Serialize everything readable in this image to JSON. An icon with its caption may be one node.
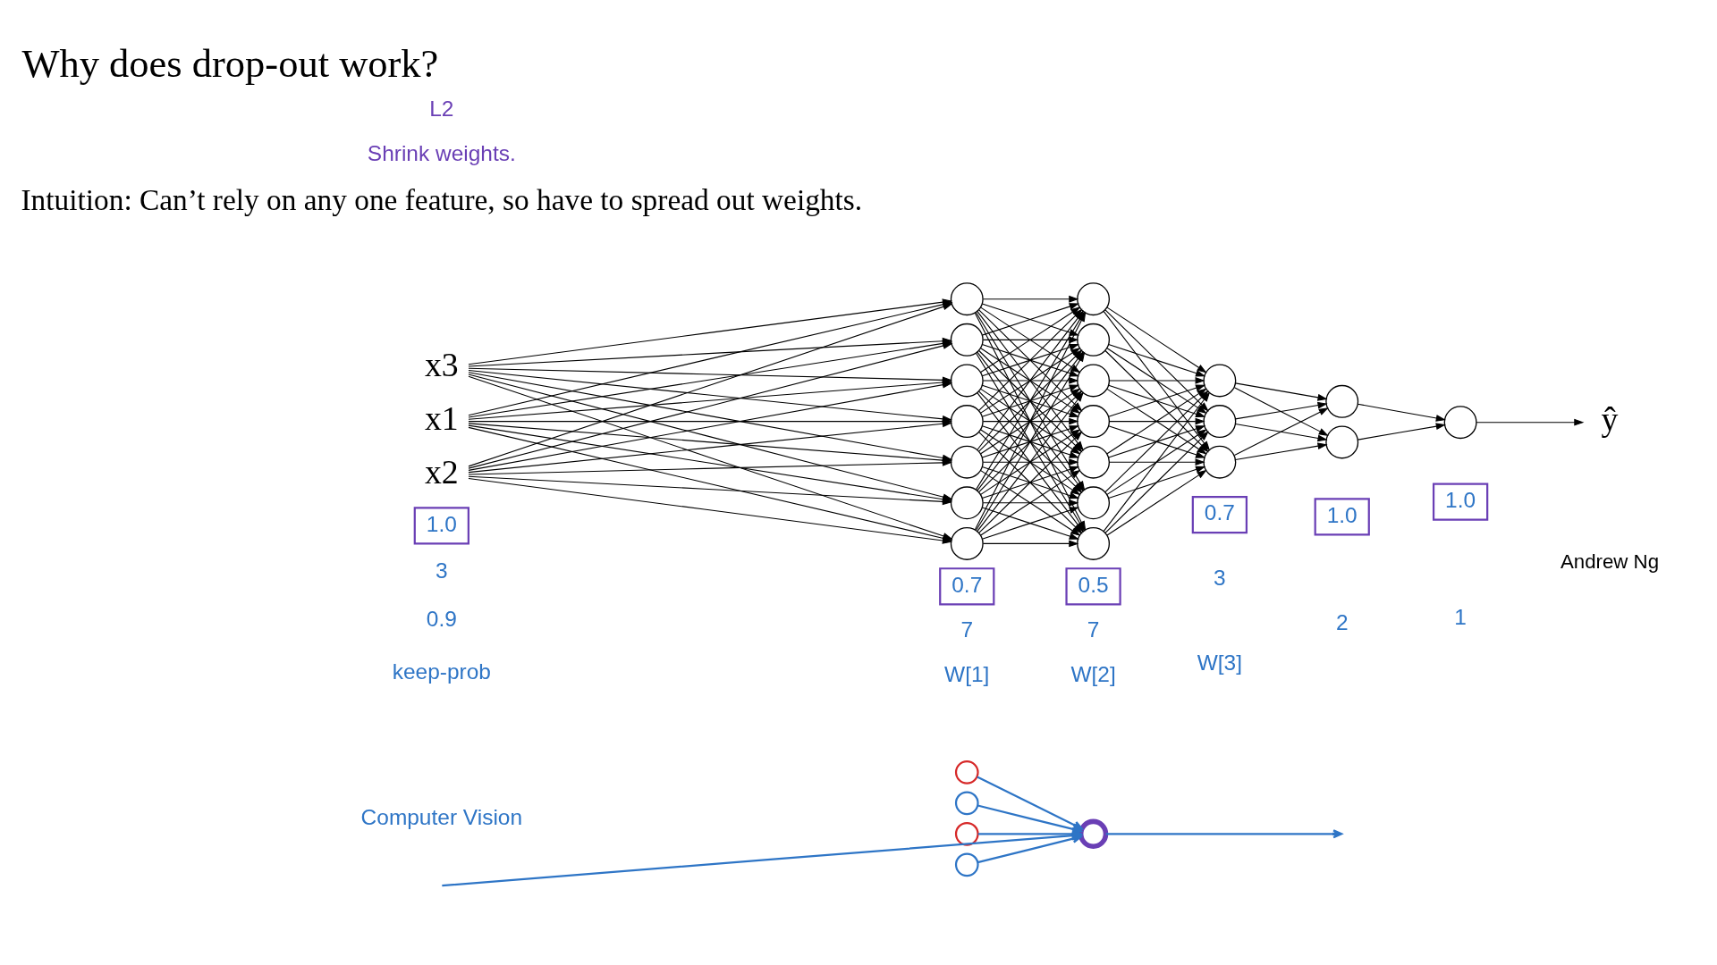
{
  "diagram": {
    "title": "Why does drop-out work?",
    "nodes": [
      {
        "text": [],
        "shape": "circle"
      },
      {
        "text": [],
        "shape": "circle"
      },
      {
        "text": [],
        "shape": "circle"
      },
      {
        "text": [],
        "shape": "circle"
      },
      {
        "text": [],
        "shape": "circle"
      },
      {
        "text": [
          "x1"
        ]
      },
      {
        "text": [
          "x2"
        ]
      },
      {
        "text": [
          "x3"
        ]
      },
      {
        "text": [],
        "shape": "circle"
      },
      {
        "text": [],
        "shape": "circle"
      },
      {
        "text": [],
        "shape": "circle"
      },
      {
        "text": [],
        "shape": "circle"
      },
      {
        "text": [],
        "shape": "circle"
      },
      {
        "text": [],
        "shape": "circle"
      },
      {
        "text": [],
        "shape": "circle"
      },
      {
        "text": [],
        "shape": "circle"
      },
      {
        "text": [],
        "shape": "circle"
      },
      {
        "text": [],
        "shape": "circle"
      },
      {
        "text": [],
        "shape": "circle"
      },
      {
        "text": [],
        "shape": "circle"
      },
      {
        "text": [],
        "shape": "circle"
      },
      {
        "text": [],
        "shape": "circle"
      },
      {
        "text": [],
        "shape": "circle"
      },
      {
        "text": [],
        "shape": "circle"
      },
      {
        "text": [],
        "shape": "circle"
      },
      {
        "text": [],
        "shape": "circle"
      },
      {
        "text": [],
        "shape": "circle"
      },
      {
        "text": [],
        "shape": "circle"
      },
      {
        "text": [
          "ŷ"
        ]
      },
      {
        "text": [
          "1.0"
        ]
      },
      {
        "text": [
          "0.7"
        ]
      },
      {
        "text": [
          "0.5"
        ]
      },
      {
        "text": [
          "0.7"
        ]
      },
      {
        "text": [
          "1.0"
        ]
      },
      {
        "text": [
          "1.0"
        ]
      }
    ],
    "edges": [
      {
        "from": 0,
        "to": 4,
        "arrow": "to",
        "color": "#2e75c6"
      },
      {
        "from": 1,
        "to": 4,
        "arrow": "to",
        "color": "#2e75c6"
      },
      {
        "from": 2,
        "to": 4,
        "arrow": "to",
        "color": "#2e75c6"
      },
      {
        "from": 3,
        "to": 4,
        "arrow": "to",
        "color": "#2e75c6"
      },
      {
        "from": null,
        "to": 4,
        "arrow": "to",
        "color": "#2e75c6"
      },
      {
        "from": 4,
        "to": null,
        "arrow": "to",
        "color": "#2e75c6"
      },
      {
        "from": 5,
        "to": 8,
        "arrow": "to"
      },
      {
        "from": 5,
        "to": 9,
        "arrow": "to"
      },
      {
        "from": 5,
        "to": 10,
        "arrow": "to"
      },
      {
        "from": 5,
        "to": 11,
        "arrow": "to"
      },
      {
        "from": 5,
        "to": 12,
        "arrow": "to"
      },
      {
        "from": 5,
        "to": 13,
        "arrow": "to"
      },
      {
        "from": 5,
        "to": 14,
        "arrow": "to"
      },
      {
        "from": 6,
        "to": 8,
        "arrow": "to"
      },
      {
        "from": 6,
        "to": 9,
        "arrow": "to"
      },
      {
        "from": 6,
        "to": 10,
        "arrow": "to"
      },
      {
        "from": 6,
        "to": 11,
        "arrow": "to"
      },
      {
        "from": 6,
        "to": 12,
        "arrow": "to"
      },
      {
        "from": 6,
        "to": 13,
        "arrow": "to"
      },
      {
        "from": 6,
        "to": 14,
        "arrow": "to"
      },
      {
        "from": 7,
        "to": 8,
        "arrow": "to"
      },
      {
        "from": 7,
        "to": 9,
        "arrow": "to"
      },
      {
        "from": 7,
        "to": 10,
        "arrow": "to"
      },
      {
        "from": 7,
        "to": 11,
        "arrow": "to"
      },
      {
        "from": 7,
        "to": 12,
        "arrow": "to"
      },
      {
        "from": 7,
        "to": 13,
        "arrow": "to"
      },
      {
        "from": 7,
        "to": 14,
        "arrow": "to"
      },
      {
        "from": 8,
        "to": 15,
        "arrow": "to"
      },
      {
        "from": 8,
        "to": 16,
        "arrow": "to"
      },
      {
        "from": 8,
        "to": 17,
        "arrow": "to"
      },
      {
        "from": 8,
        "to": 18,
        "arrow": "to"
      },
      {
        "from": 8,
        "to": 19,
        "arrow": "to"
      },
      {
        "from": 8,
        "to": 20,
        "arrow": "to"
      },
      {
        "from": 8,
        "to": 21,
        "arrow": "to"
      },
      {
        "from": 9,
        "to": 15,
        "arrow": "to"
      },
      {
        "from": 9,
        "to": 16,
        "arrow": "to"
      },
      {
        "from": 9,
        "to": 17,
        "arrow": "to"
      },
      {
        "from": 9,
        "to": 18,
        "arrow": "to"
      },
      {
        "from": 9,
        "to": 19,
        "arrow": "to"
      },
      {
        "from": 9,
        "to": 20,
        "arrow": "to"
      },
      {
        "from": 9,
        "to": 21,
        "arrow": "to"
      },
      {
        "from": 10,
        "to": 15,
        "arrow": "to"
      },
      {
        "from": 10,
        "to": 16,
        "arrow": "to"
      },
      {
        "from": 10,
        "to": 17,
        "arrow": "to"
      },
      {
        "from": 10,
        "to": 18,
        "arrow": "to"
      },
      {
        "from": 10,
        "to": 19,
        "arrow": "to"
      },
      {
        "from": 10,
        "to": 20,
        "arrow": "to"
      },
      {
        "from": 10,
        "to": 21,
        "arrow": "to"
      },
      {
        "from": 11,
        "to": 15,
        "arrow": "to"
      },
      {
        "from": 11,
        "to": 16,
        "arrow": "to"
      },
      {
        "from": 11,
        "to": 17,
        "arrow": "to"
      },
      {
        "from": 11,
        "to": 18,
        "arrow": "to"
      },
      {
        "from": 11,
        "to": 19,
        "arrow": "to"
      },
      {
        "from": 11,
        "to": 20,
        "arrow": "to"
      },
      {
        "from": 11,
        "to": 21,
        "arrow": "to"
      },
      {
        "from": 12,
        "to": 15,
        "arrow": "to"
      },
      {
        "from": 12,
        "to": 16,
        "arrow": "to"
      },
      {
        "from": 12,
        "to": 17,
        "arrow": "to"
      },
      {
        "from": 12,
        "to": 18,
        "arrow": "to"
      },
      {
        "from": 12,
        "to": 19,
        "arrow": "to"
      },
      {
        "from": 12,
        "to": 20,
        "arrow": "to"
      },
      {
        "from": 12,
        "to": 21,
        "arrow": "to"
      },
      {
        "from": 13,
        "to": 15,
        "arrow": "to"
      },
      {
        "from": 13,
        "to": 16,
        "arrow": "to"
      },
      {
        "from": 13,
        "to": 17,
        "arrow": "to"
      },
      {
        "from": 13,
        "to": 18,
        "arrow": "to"
      },
      {
        "from": 13,
        "to": 19,
        "arrow": "to"
      },
      {
        "from": 13,
        "to": 20,
        "arrow": "to"
      },
      {
        "from": 13,
        "to": 21,
        "arrow": "to"
      },
      {
        "from": 14,
        "to": 15,
        "arrow": "to"
      },
      {
        "from": 14,
        "to": 16,
        "arrow": "to"
      },
      {
        "from": 14,
        "to": 17,
        "arrow": "to"
      },
      {
        "from": 14,
        "to": 18,
        "arrow": "to"
      },
      {
        "from": 14,
        "to": 19,
        "arrow": "to"
      },
      {
        "from": 14,
        "to": 20,
        "arrow": "to"
      },
      {
        "from": 14,
        "to": 21,
        "arrow": "to"
      },
      {
        "from": 15,
        "to": 22,
        "arrow": "to"
      },
      {
        "from": 15,
        "to": 23,
        "arrow": "to"
      },
      {
        "from": 15,
        "to": 24,
        "arrow": "to"
      },
      {
        "from": 16,
        "to": 22,
        "arrow": "to"
      },
      {
        "from": 16,
        "to": 23,
        "arrow": "to"
      },
      {
        "from": 16,
        "to": 24,
        "arrow": "to"
      },
      {
        "from": 17,
        "to": 22,
        "arrow": "to"
      },
      {
        "from": 17,
        "to": 23,
        "arrow": "to"
      },
      {
        "from": 17,
        "to": 24,
        "arrow": "to"
      },
      {
        "from": 18,
        "to": 22,
        "arrow": "to"
      },
      {
        "from": 18,
        "to": 23,
        "arrow": "to"
      },
      {
        "from": 18,
        "to": 24,
        "arrow": "to"
      },
      {
        "from": 19,
        "to": 22,
        "arrow": "to"
      },
      {
        "from": 19,
        "to": 23,
        "arrow": "to"
      },
      {
        "from": 19,
        "to": 24,
        "arrow": "to"
      },
      {
        "from": 20,
        "to": 22,
        "arrow": "to"
      },
      {
        "from": 20,
        "to": 23,
        "arrow": "to"
      },
      {
        "from": 20,
        "to": 24,
        "arrow": "to"
      },
      {
        "from": 21,
        "to": 22,
        "arrow": "to"
      },
      {
        "from": 21,
        "to": 23,
        "arrow": "to"
      },
      {
        "from": 21,
        "to": 24,
        "arrow": "to"
      },
      {
        "from": 22,
        "to": 25,
        "arrow": "to"
      },
      {
        "from": 22,
        "to": 26,
        "arrow": "to"
      },
      {
        "from": 23,
        "to": 25,
        "arrow": "to"
      },
      {
        "from": 23,
        "to": 26,
        "arrow": "to"
      },
      {
        "from": 24,
        "to": 25,
        "arrow": "to"
      },
      {
        "from": 24,
        "to": 26,
        "arrow": "to"
      },
      {
        "from": 25,
        "to": 27,
        "arrow": "to"
      },
      {
        "from": 26,
        "to": 27,
        "arrow": "to"
      },
      {
        "from": 27,
        "to": 28,
        "arrow": "to"
      }
    ],
    "labels": [
      "Intuition: Can’t rely on any one feature, so have to spread out weights.",
      "Shrink weights.",
      "L2",
      "Computer Vision",
      "7",
      "7",
      "3",
      "2",
      "1",
      "3",
      "0.9",
      "W[1]",
      "W[2]",
      "W[3]",
      "keep-prob",
      "Andrew Ng"
    ]
  }
}
